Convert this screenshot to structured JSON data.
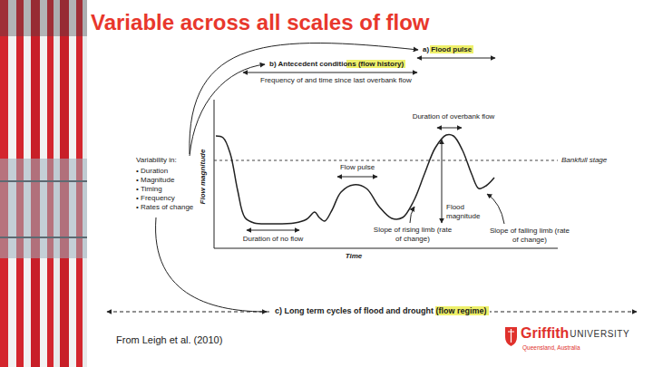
{
  "diagram": {
    "title": "Variable across all scales of flow",
    "labels": [
      "a) Flood pulse",
      "b) Antecedent conditions (flow history)",
      "Frequency of and time since last overbank flow",
      "Duration of overbank flow",
      "Variability in:",
      "• Duration",
      "• Magnitude",
      "• Timing",
      "• Frequency",
      "• Rates of change",
      "Flow magnitude",
      "Bankfull stage",
      "Flow pulse",
      "Flood magnitude",
      "Slope of falling limb (rate of change)",
      "Slope of rising limb (rate of change)",
      "Duration of no flow",
      "Time",
      "c) Long term cycles of flood and drought (flow regime)",
      "From Leigh et al. (2010)",
      "Griffith",
      "UNIVERSITY",
      "Queensland, Australia"
    ]
  }
}
